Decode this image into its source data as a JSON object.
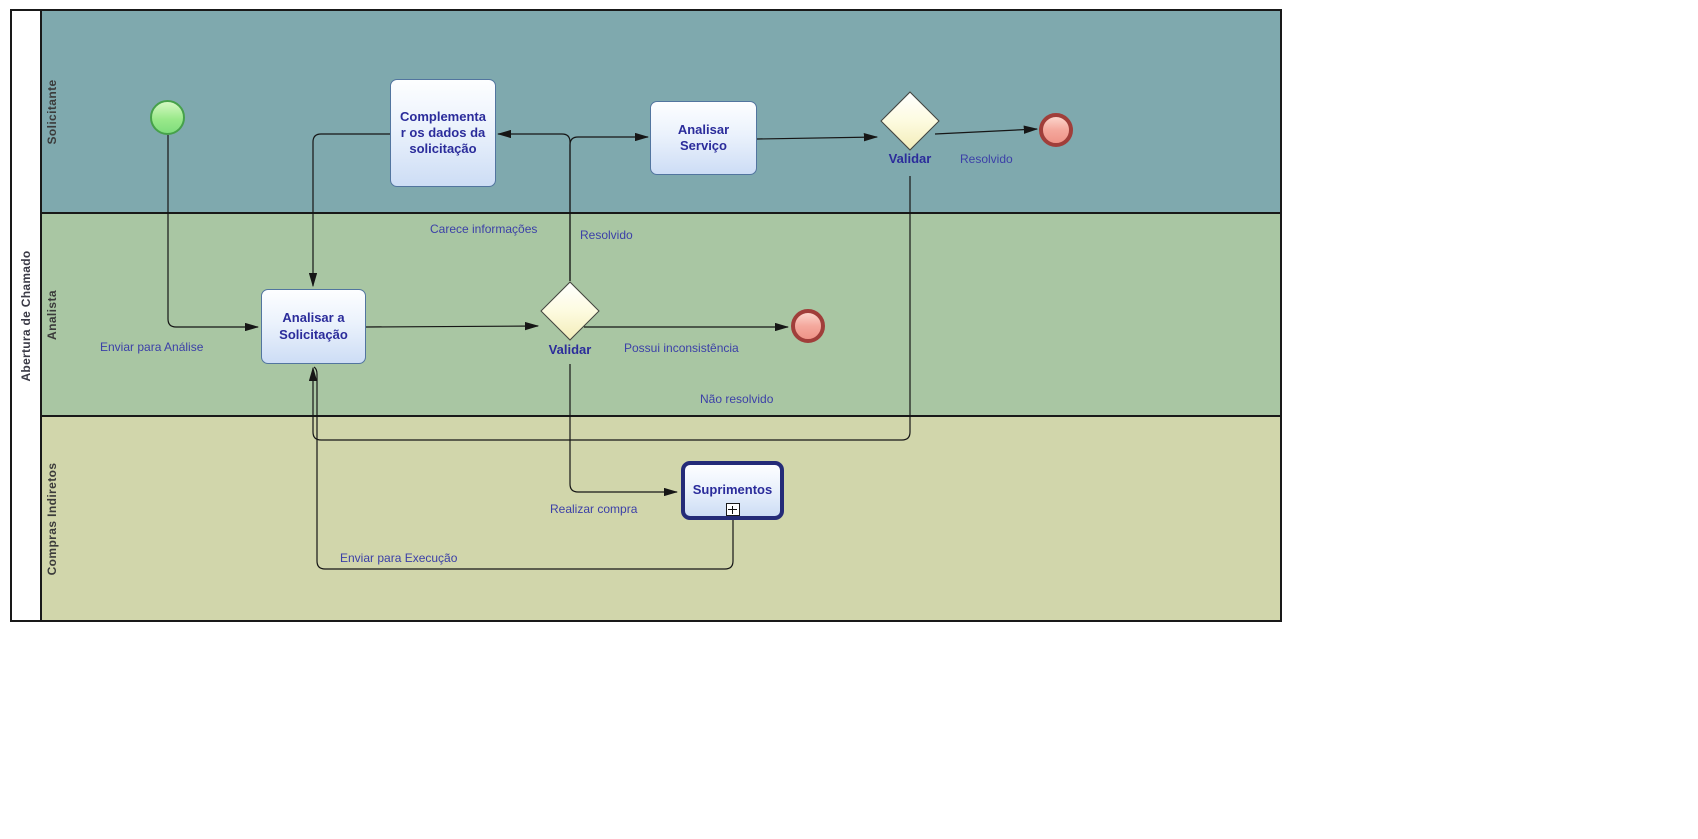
{
  "pool": {
    "label": "Abertura de Chamado"
  },
  "lanes": [
    {
      "label": "Solicitante",
      "color": "#7fa9ae"
    },
    {
      "label": "Analista",
      "color": "#a9c6a3"
    },
    {
      "label": "Compras Indiretos",
      "color": "#d1d6ab"
    }
  ],
  "nodes": {
    "start_event": {
      "kind": "start-event"
    },
    "complementar": {
      "label": "Complementar os dados da solicitação"
    },
    "analisar_servico": {
      "label": "Analisar Serviço"
    },
    "validar_solicitante": {
      "label": "Validar"
    },
    "end_solicitante": {
      "kind": "end-event"
    },
    "analisar_solicitacao": {
      "label": "Analisar a Solicitação"
    },
    "validar_analista": {
      "label": "Validar"
    },
    "end_analista": {
      "kind": "end-event"
    },
    "suprimentos": {
      "label": "Suprimentos",
      "marker": "plus"
    }
  },
  "flow_labels": {
    "enviar_para_analise": "Enviar para Análise",
    "carece_informacoes": "Carece informações",
    "resolvido_analista": "Resolvido",
    "resolvido_solicitante": "Resolvido",
    "possui_inconsistencia": "Possui inconsistência",
    "nao_resolvido": "Não resolvido",
    "realizar_compra": "Realizar compra",
    "enviar_para_execucao": "Enviar para Execução"
  },
  "colors": {
    "connector": "#161616",
    "task_border": "#52759f",
    "task_fill_bottom": "#cdddf5",
    "task_text": "#2b2c9b",
    "edge_label_text": "#3c40a8",
    "gateway_fill": "#f3edba",
    "start_fill": "#9ae98a",
    "start_stroke": "#46a14a",
    "end_fill": "#f4a89d",
    "end_stroke": "#a03e3a",
    "subprocess_border": "#242b78"
  }
}
